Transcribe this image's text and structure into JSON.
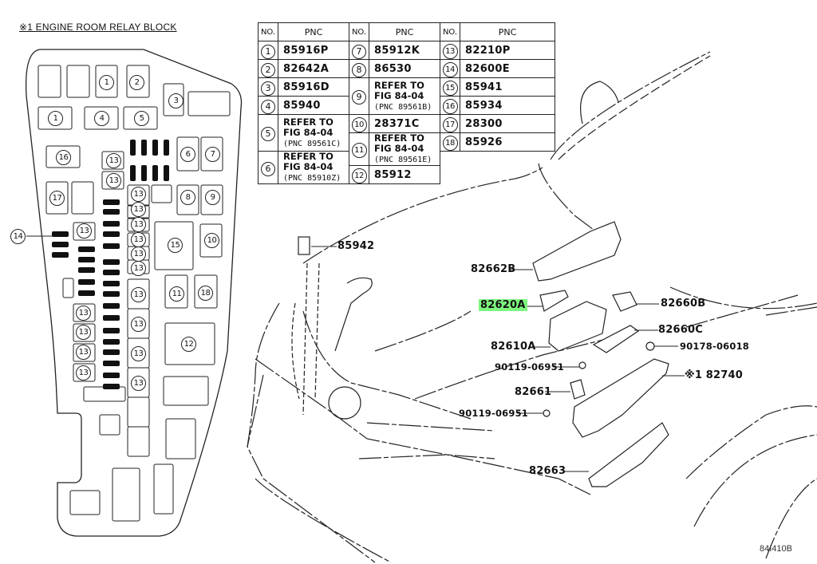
{
  "relay_block": {
    "title": "※1 ENGINE ROOM RELAY BLOCK",
    "callouts": [
      "1",
      "2",
      "1",
      "4",
      "5",
      "3",
      "16",
      "13",
      "13",
      "6",
      "7",
      "17",
      "13",
      "13",
      "13",
      "13",
      "13",
      "13",
      "8",
      "9",
      "14",
      "13",
      "15",
      "10",
      "11",
      "18",
      "13",
      "13",
      "13",
      "13",
      "13",
      "13",
      "13",
      "12"
    ]
  },
  "pnc_table": {
    "headers": {
      "no": "NO.",
      "pnc": "PNC"
    },
    "rows": [
      {
        "no": "1",
        "pnc": "85916P"
      },
      {
        "no": "2",
        "pnc": "82642A"
      },
      {
        "no": "3",
        "pnc": "85916D"
      },
      {
        "no": "4",
        "pnc": "85940"
      },
      {
        "no": "5",
        "pnc": "REFER TO",
        "pnc2": "FIG 84-04",
        "pnc3": "(PNC 89561C)"
      },
      {
        "no": "6",
        "pnc": "REFER TO",
        "pnc2": "FIG 84-04",
        "pnc3": "(PNC 85910Z)"
      },
      {
        "no": "7",
        "pnc": "85912K"
      },
      {
        "no": "8",
        "pnc": "86530"
      },
      {
        "no": "9",
        "pnc": "REFER TO",
        "pnc2": "FIG 84-04",
        "pnc3": "(PNC 89561B)"
      },
      {
        "no": "10",
        "pnc": "28371C"
      },
      {
        "no": "11",
        "pnc": "REFER TO",
        "pnc2": "FIG 84-04",
        "pnc3": "(PNC 89561E)"
      },
      {
        "no": "12",
        "pnc": "85912"
      },
      {
        "no": "13",
        "pnc": "82210P"
      },
      {
        "no": "14",
        "pnc": "82600E"
      },
      {
        "no": "15",
        "pnc": "85941"
      },
      {
        "no": "16",
        "pnc": "85934"
      },
      {
        "no": "17",
        "pnc": "28300"
      },
      {
        "no": "18",
        "pnc": "85926"
      }
    ]
  },
  "part_labels": {
    "p85942": "85942",
    "p82662B": "82662B",
    "p82620A": "82620A",
    "p82660B": "82660B",
    "p82660C": "82660C",
    "p82610A": "82610A",
    "p90178": "90178-06018",
    "p90119a": "90119-06951",
    "p82740": "※1 82740",
    "p82661": "82661",
    "p90119b": "90119-06951",
    "p82663": "82663"
  },
  "highlight": {
    "part": "82620A",
    "color": "#7ef57e"
  },
  "figure_code": "84I410B"
}
